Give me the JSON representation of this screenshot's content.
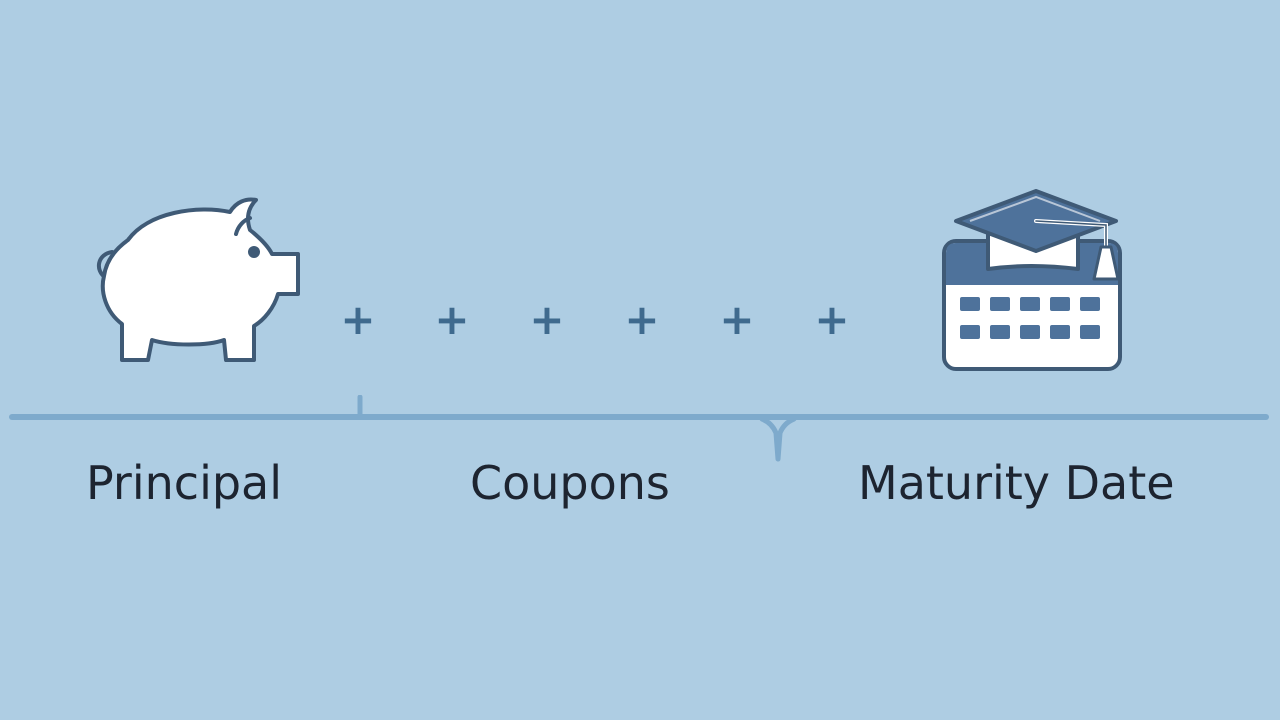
{
  "diagram": {
    "labels": {
      "principal": "Principal",
      "coupons": "Coupons",
      "maturity_date": "Maturity Date"
    },
    "coupon_marker": "+",
    "coupon_count": 6,
    "icons": {
      "principal": "piggy-bank-icon",
      "maturity_date": "calendar-graduation-cap-icon"
    },
    "colors": {
      "background": "#aecde3",
      "line": "#7eaacc",
      "plus": "#3f6a8e",
      "icon_stroke": "#3f5a76",
      "icon_fill": "#ffffff",
      "calendar_header": "#4e729b",
      "calendar_cells": "#4e729b",
      "cap": "#4e729b",
      "text": "#1d2430"
    }
  }
}
